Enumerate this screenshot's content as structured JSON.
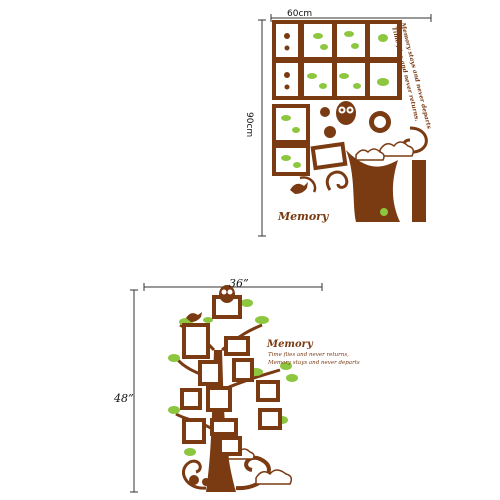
{
  "product_top": {
    "width_label": "60cm",
    "height_label": "90cm",
    "title": "Memory",
    "quote_line1": "Memory stays and never departs",
    "quote_line2": "Time flies and never returns."
  },
  "product_bottom": {
    "width_label": "36”",
    "height_label": "48”",
    "title": "Memory",
    "quote_line1": "Time flies and never returns,",
    "quote_line2": "Memory stays and never departs"
  },
  "colors": {
    "brown": "#7a3a12",
    "green": "#8dc63f",
    "light_green": "#a9d46c",
    "line": "#333333"
  }
}
